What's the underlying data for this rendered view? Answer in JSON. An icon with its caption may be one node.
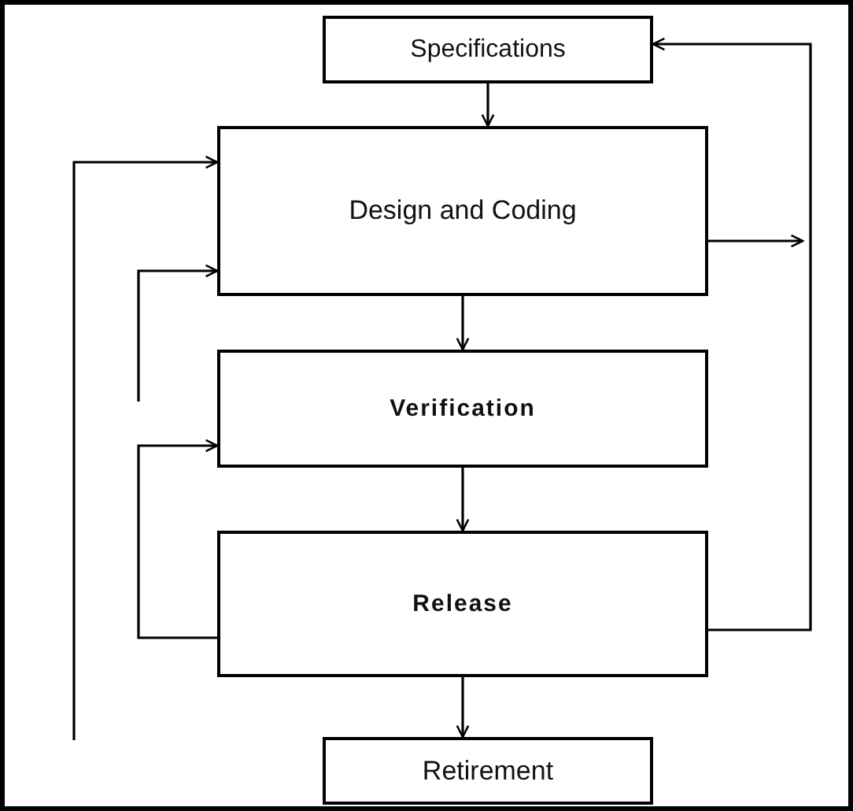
{
  "diagram": {
    "nodes": [
      {
        "text": [
          "Specifications"
        ]
      },
      {
        "text": [
          "Design and Coding"
        ]
      },
      {
        "text": [
          "Verification"
        ]
      },
      {
        "text": [
          "Release"
        ]
      },
      {
        "text": [
          "Retirement"
        ]
      }
    ],
    "edges": [
      {
        "from": 0,
        "to": 1,
        "arrow": "to"
      },
      {
        "from": 1,
        "to": 2,
        "arrow": "to"
      },
      {
        "from": 2,
        "to": 3,
        "arrow": "to"
      },
      {
        "from": 3,
        "to": 4,
        "arrow": "to"
      },
      {
        "from": 3,
        "to": 0,
        "arrow": "to"
      },
      {
        "from": 3,
        "to": 2,
        "arrow": "to"
      },
      {
        "from": 1,
        "to": null,
        "arrow": "to"
      },
      {
        "from": null,
        "to": 1,
        "arrow": "to"
      },
      {
        "from": null,
        "to": 1,
        "arrow": "to"
      }
    ]
  }
}
